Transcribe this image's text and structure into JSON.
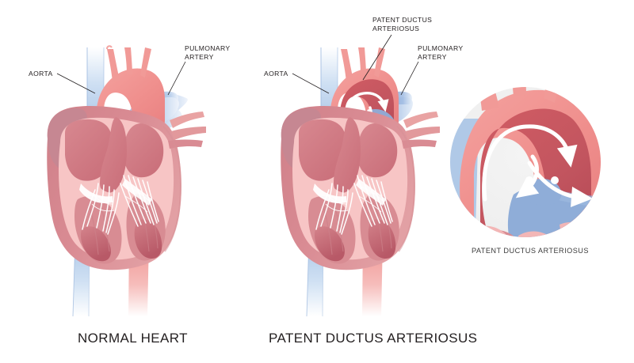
{
  "figure": {
    "title_type": "medical-illustration",
    "background_color": "#ffffff",
    "subject": "Comparison of a normal heart and a heart with patent ductus arteriosus"
  },
  "palette": {
    "oxygenated_blood": "#f2908e",
    "deoxygenated_blood": "#9cb9e0",
    "myocardium_light": "#f6c3c3",
    "myocardium_mid": "#d98b93",
    "myocardium_dark": "#c4777f",
    "chamber_dark_red": "#c2555f",
    "vessel_outline": "#e99a9a",
    "chordae_white": "#ffffff",
    "inset_backdrop": "#f0f0f0",
    "label_text": "#231f20",
    "leader_line": "#231f20"
  },
  "panels": [
    {
      "id": "normal-heart",
      "caption": "NORMAL HEART",
      "labels": [
        {
          "id": "aorta",
          "text": "AORTA"
        },
        {
          "id": "pulmonary-artery",
          "text": "PULMONARY\nARTERY"
        }
      ]
    },
    {
      "id": "patent-ductus-arteriosus-heart",
      "caption": "PATENT DUCTUS ARTERIOSUS",
      "labels": [
        {
          "id": "aorta",
          "text": "AORTA"
        },
        {
          "id": "patent-ductus-arteriosus",
          "text": "PATENT DUCTUS\nARTERIOSUS"
        },
        {
          "id": "pulmonary-artery",
          "text": "PULMONARY\nARTERY"
        }
      ]
    }
  ],
  "inset": {
    "id": "pda-detail-circle",
    "caption": "PATENT DUCTUS ARTERIOSUS",
    "shows_flow_arrows": true
  }
}
